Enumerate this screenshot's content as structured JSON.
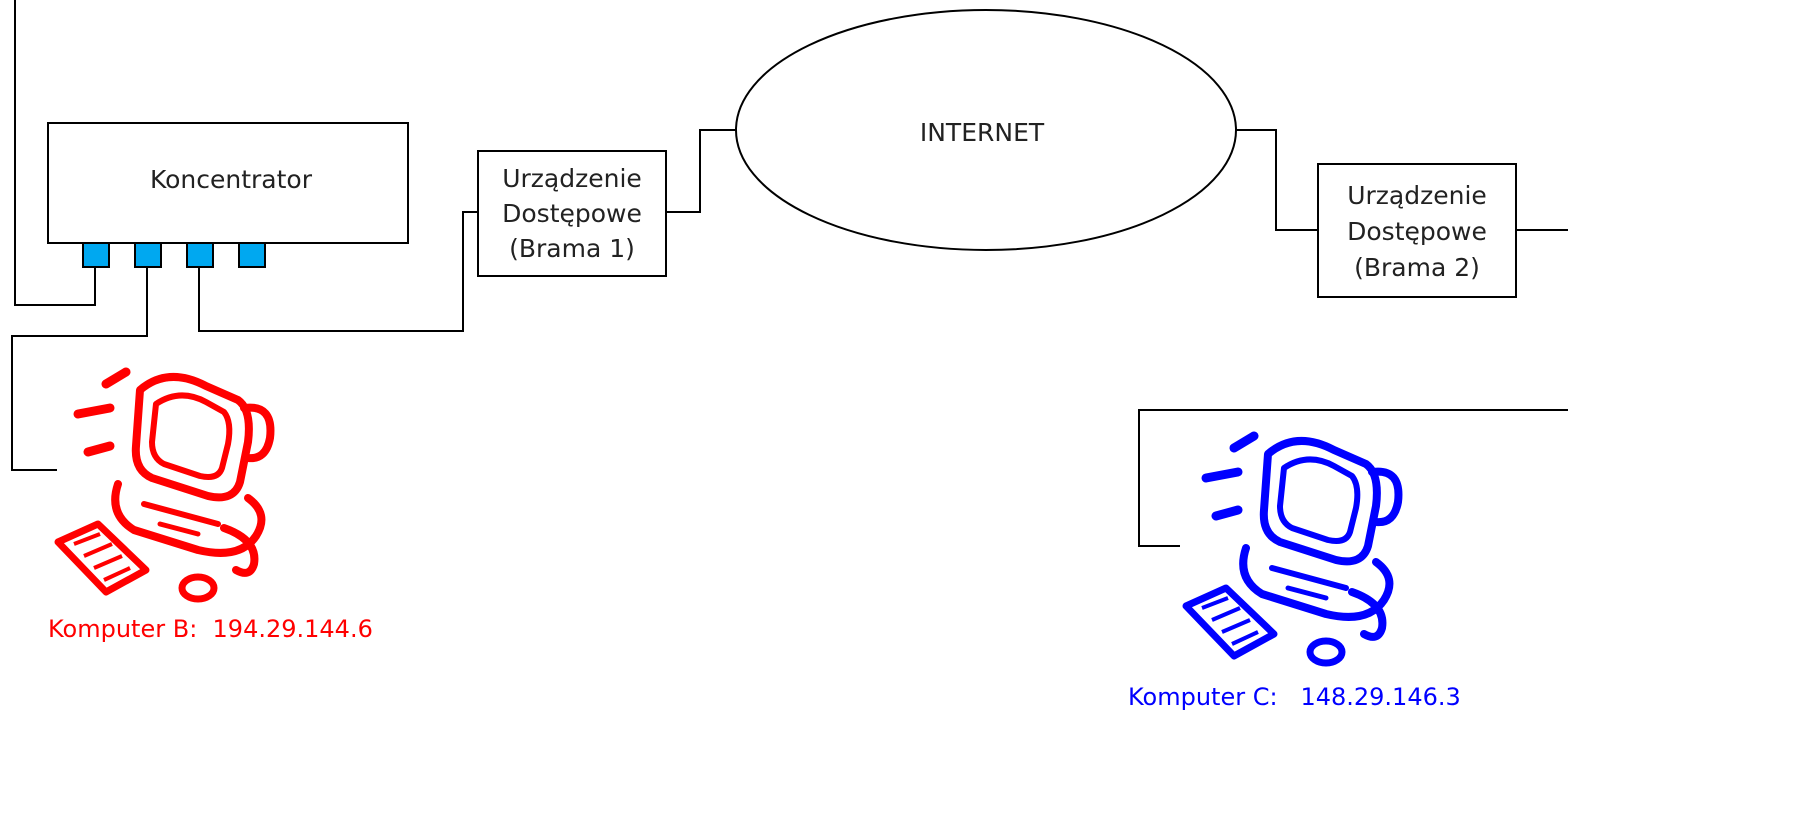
{
  "colors": {
    "line": "#000000",
    "port_fill": "#00a8f0",
    "computer_b": "#ff0000",
    "computer_c": "#0000ff"
  },
  "hub": {
    "label": "Koncentrator",
    "port_count": 4
  },
  "gateway1": {
    "lines": [
      "Urządzenie",
      "Dostępowe",
      "(Brama 1)"
    ]
  },
  "gateway2": {
    "lines": [
      "Urządzenie",
      "Dostępowe",
      "(Brama 2)"
    ]
  },
  "internet": {
    "label": "INTERNET"
  },
  "computer_b": {
    "label": "Komputer B:  194.29.144.6",
    "icon": "desktop-computer-icon"
  },
  "computer_c": {
    "label": "Komputer C:   148.29.146.3",
    "icon": "desktop-computer-icon"
  }
}
